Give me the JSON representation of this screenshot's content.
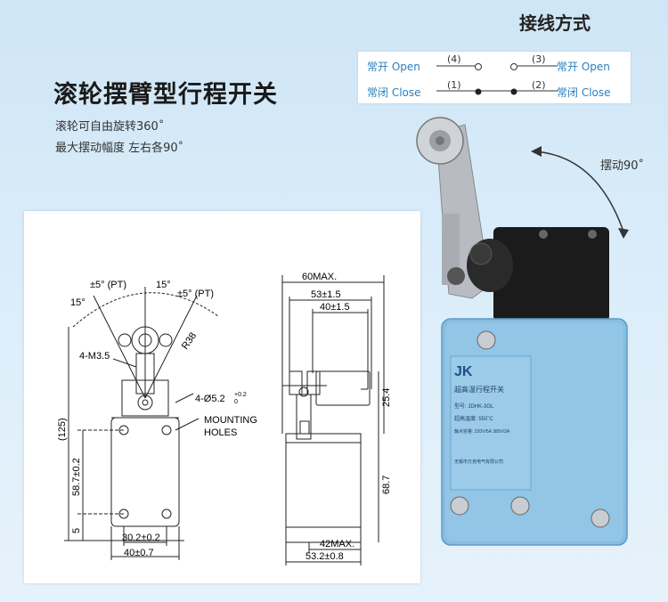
{
  "product": {
    "title": "滚轮摆臂型行程开关",
    "feature1": "滚轮可自由旋转360˚",
    "feature2": "最大摆动幅度 左右各90˚"
  },
  "wiring": {
    "title": "接线方式",
    "open_left": "常开 Open",
    "open_right": "常开 Open",
    "close_left": "常闭 Close",
    "close_right": "常闭 Close",
    "pin4": "(4)",
    "pin3": "(3)",
    "pin1": "(1)",
    "pin2": "(2)"
  },
  "swing_label": "摆动90˚",
  "drawing": {
    "angle_left": "15°",
    "tol_left": "±5° (PT)",
    "angle_right": "15°",
    "tol_right": "±5° (PT)",
    "screw": "4-M3.5",
    "radius": "R38",
    "holes": "4-Ø5.2",
    "holes_tol_top": "+0.2",
    "holes_tol_bottom": "0",
    "mounting_line1": "MOUNTING",
    "mounting_line2": "HOLES",
    "height_total": "(125)",
    "height_body": "58.7±0.2",
    "offset_bottom": "5",
    "width_holes": "30.2±0.2",
    "width_body": "40±0.7",
    "side_max": "60MAX.",
    "side_53": "53±1.5",
    "side_40": "40±1.5",
    "side_25": "25.4",
    "side_68": "68.7",
    "side_42": "42MAX.",
    "side_53_2": "53.2±0.8"
  },
  "device_label": {
    "brand": "JK",
    "name": "超高温行程开关",
    "model": "型号: JDHK-3GL",
    "temp": "超高温度: 550˚C",
    "rating": "触点容量: 220V/5A 380V/3A",
    "maker": "无锡市万克电气有限公司"
  }
}
